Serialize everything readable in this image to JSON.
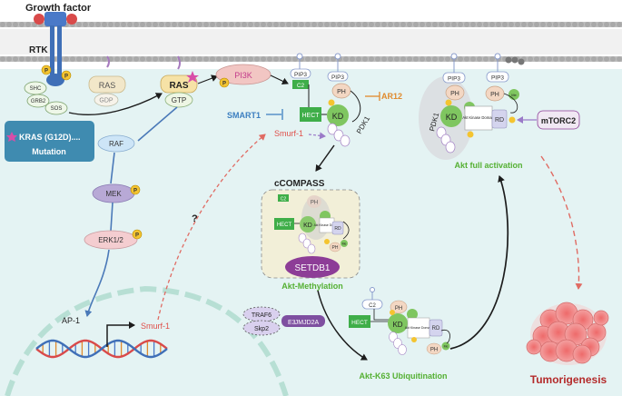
{
  "labels": {
    "growth_factor": "Growth factor",
    "rtk": "RTK",
    "shc": "SHC",
    "grb2": "GRB2",
    "sos": "SOS",
    "ras_inactive": "RAS",
    "gdp": "GDP",
    "ras_active": "RAS",
    "gtp": "GTP",
    "pi3k": "PI3K",
    "kras_mutation_line1": "KRAS (G12D)....",
    "kras_mutation_line2": "Mutation",
    "raf": "RAF",
    "mek": "MEK",
    "erk": "ERK1/2",
    "phospho": "P",
    "pip3": "PIP3",
    "c2": "C2",
    "ph": "PH",
    "kd": "KD",
    "n8": "N8",
    "pdk1": "PDK1",
    "ar12": "AR12",
    "smart1": "SMART1",
    "hect": "HECT",
    "smurf1": "Smurf-1",
    "ccompass": "cCOMPASS",
    "question": "?",
    "setdb1": "SETDB1",
    "akt_methylation": "Akt-Methylation",
    "me": "Me",
    "rd": "RD",
    "akt_kinase_domain": "Akt Kinase Domain",
    "mtorc2": "mTORC2",
    "akt_full_activation": "Akt full activation",
    "traf6": "TRAF6",
    "skp2": "Skp2",
    "e3": "E3",
    "jmjd2a": "JMJD2A",
    "ap1": "AP-1",
    "smurf1_gene": "Smurf-1",
    "akt_k63": "Akt-K63 Ubiquitination",
    "tumorigenesis": "Tumorigenesis"
  },
  "colors": {
    "background": "#e4f3f3",
    "membrane": "#b9b9b9",
    "hect_green": "#3fae49",
    "kd_green": "#7fc660",
    "setdb1_purple": "#8d3d97",
    "pi3k_pink": "#f2c6c3",
    "erk_pink": "#f4cdd0",
    "raf_blue": "#cde5f7",
    "kras_box": "#3f8bb0",
    "smurf_red": "#e0504a",
    "ar12_orange": "#e08a2d",
    "smart1_blue": "#3c7fc0",
    "green_text": "#55b033",
    "tumor_red": "#b42b2b"
  }
}
